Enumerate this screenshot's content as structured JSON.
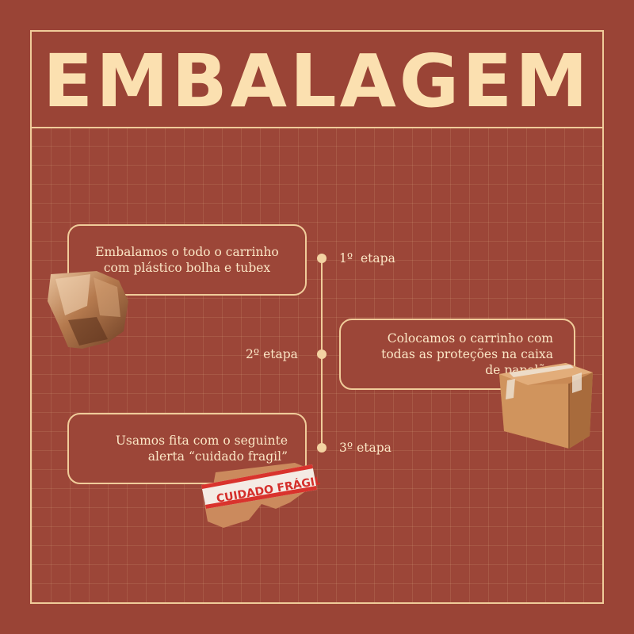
{
  "title": "EMBALAGEM",
  "steps": [
    {
      "label": "1º  etapa",
      "text": "Embalamos o todo o carrinho\ncom plástico bolha e tubex"
    },
    {
      "label": "2º etapa",
      "text": "Colocamos o carrinho com\ntodas as proteções na caixa\nde papelão"
    },
    {
      "label": "3º etapa",
      "text": "Usamos fita com o seguinte\nalerta “cuidado fragil”"
    }
  ],
  "tape_text": "CUIDADO FRÁGIL",
  "colors": {
    "background": "#9a4436",
    "accent": "#f0cc9a",
    "title": "#fbe0b0",
    "text": "#fbe6c5"
  }
}
